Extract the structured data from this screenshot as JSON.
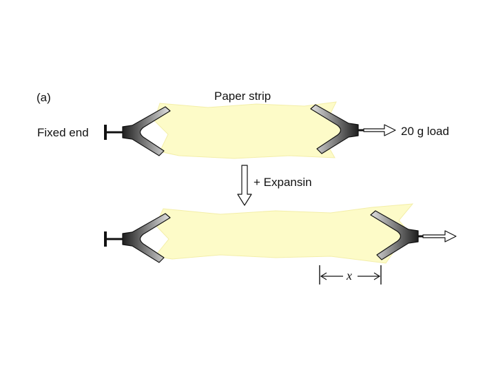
{
  "labels": {
    "panel": "(a)",
    "paper_strip": "Paper strip",
    "fixed_end": "Fixed end",
    "load": "20 g load",
    "expansin": "+ Expansin",
    "extension": "x"
  },
  "colors": {
    "paper": "#fdfbc8",
    "paper_edge": "#f3eea8",
    "clamp_dark": "#2e2e2e",
    "clamp_light": "#d6d6d6",
    "line": "#111111"
  },
  "icons": {
    "clamp": "v-shaped-clamp",
    "arrow": "hollow-arrow"
  }
}
